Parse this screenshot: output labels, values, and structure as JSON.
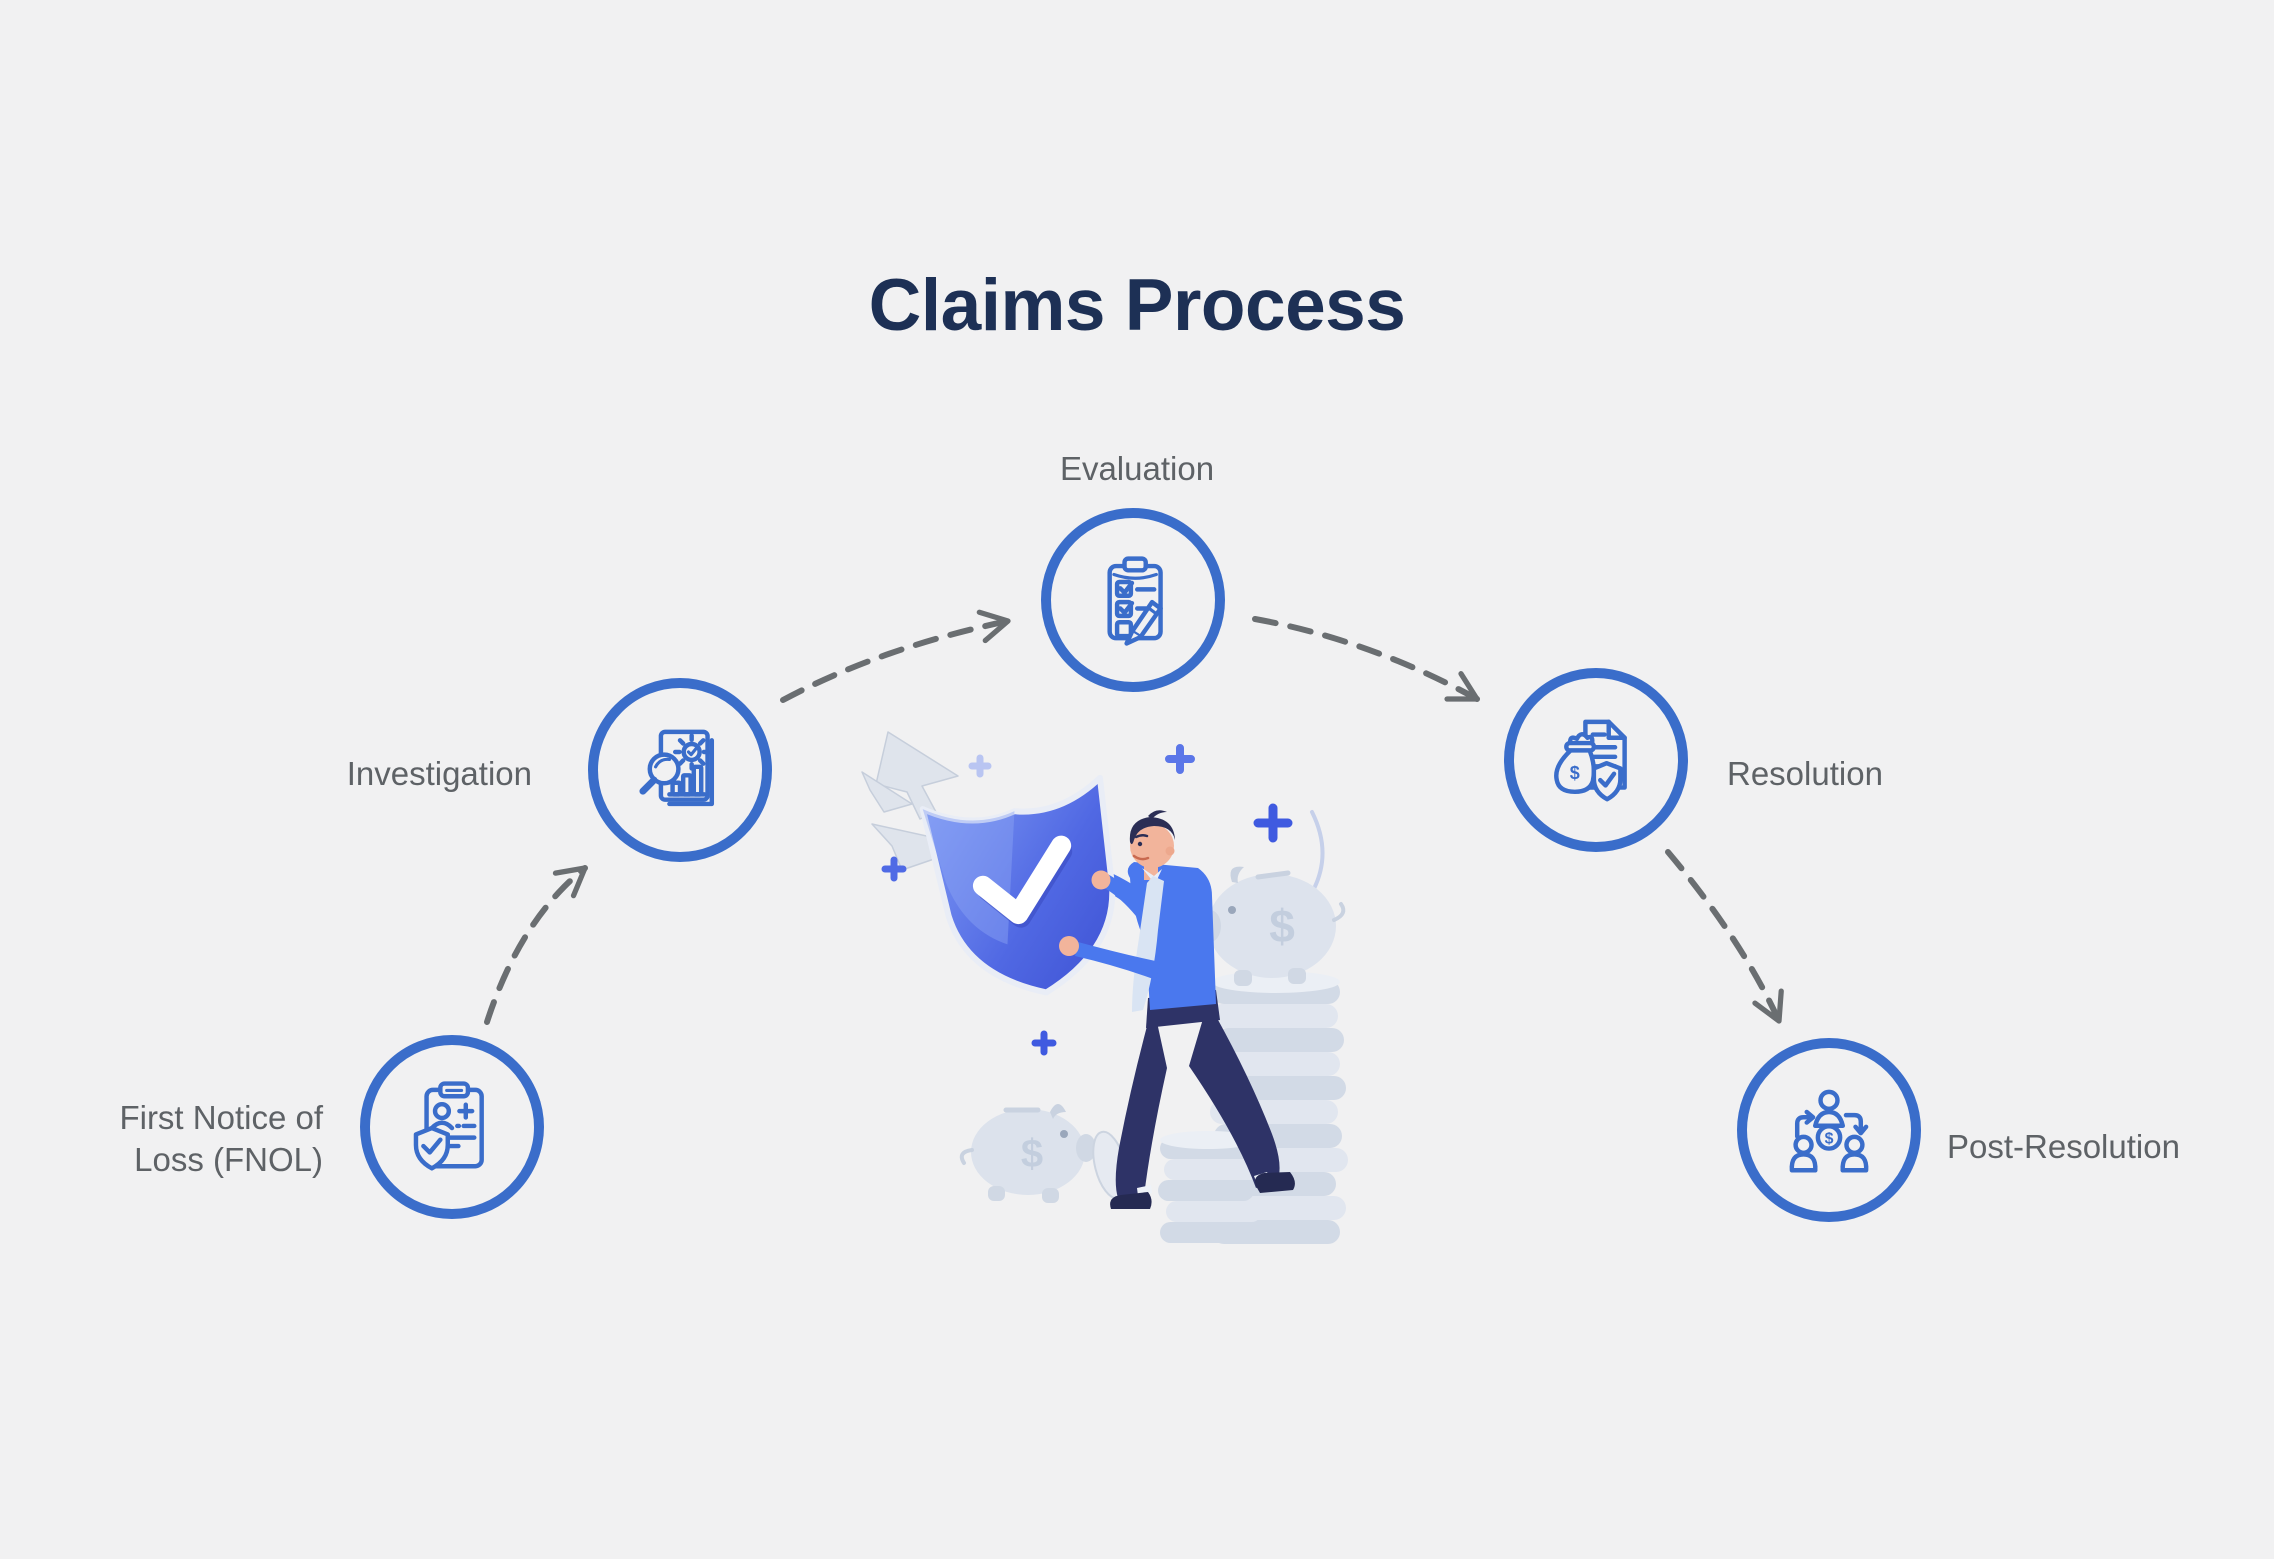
{
  "title": "Claims Process",
  "colors": {
    "background": "#f1f1f2",
    "title_navy": "#1d3055",
    "accent_blue": "#3a6dca",
    "label_gray": "#5e6266",
    "connector_gray": "#6a6e71",
    "shield_blue_light": "#7e99f4",
    "shield_blue_dark": "#3c50d2",
    "illustration_gray": "#dde3ed"
  },
  "steps": [
    {
      "label": "First Notice of Loss (FNOL)",
      "icon": "clipboard-person-shield-icon"
    },
    {
      "label": "Investigation",
      "icon": "report-magnifier-gear-icon"
    },
    {
      "label": "Evaluation",
      "icon": "checklist-pencil-icon"
    },
    {
      "label": "Resolution",
      "icon": "moneybag-document-shield-icon"
    },
    {
      "label": "Post-Resolution",
      "icon": "people-money-exchange-icon"
    }
  ],
  "glyphs": {
    "dollar": "$"
  },
  "illustration": {
    "description": "Businessman holding a blue shield with checkmark, deflected arrows, piggy banks and coin stacks"
  }
}
